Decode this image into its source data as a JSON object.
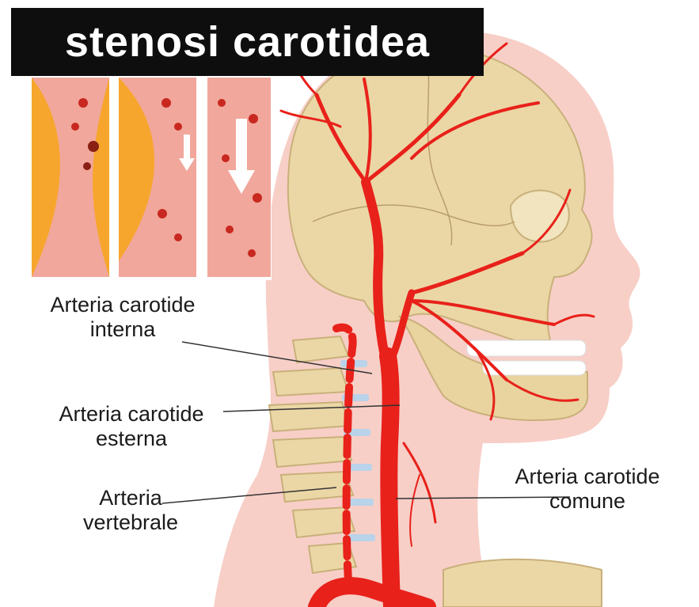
{
  "title": "stenosi carotidea",
  "labels": {
    "internal_carotid": [
      "Arteria carotide",
      "interna"
    ],
    "external_carotid": [
      "Arteria carotide",
      "esterna"
    ],
    "vertebral": [
      "Arteria",
      "vertebrale"
    ],
    "common_carotid": [
      "Arteria carotide",
      "comune"
    ]
  },
  "colors": {
    "artery": "#e8211a",
    "skin": "#f6c9c1",
    "bone": "#ecd9a8",
    "plaque": "#f7a62d",
    "title_bg": "#0e0e0e"
  }
}
